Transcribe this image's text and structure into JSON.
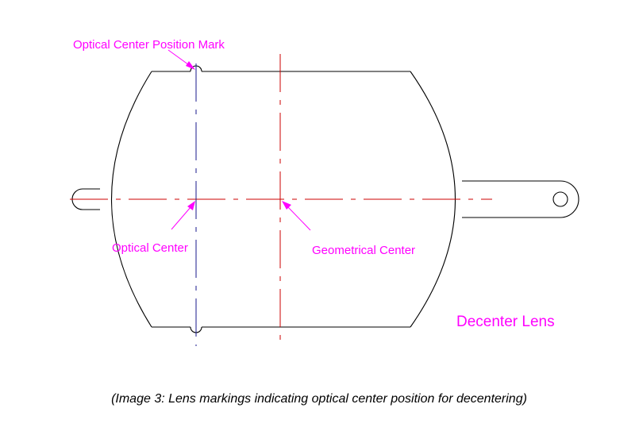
{
  "labels": {
    "optical_center_position_mark": "Optical Center Position Mark",
    "optical_center": "Optical Center",
    "geometrical_center": "Geometrical Center",
    "diagram_title": "Decenter Lens"
  },
  "caption": "(Image 3: Lens markings indicating optical center position for decentering)",
  "colors": {
    "outline": "#000000",
    "blue_axis": "#1a1a8c",
    "red_axis": "#cc0000",
    "annotation": "#ff00ff"
  }
}
